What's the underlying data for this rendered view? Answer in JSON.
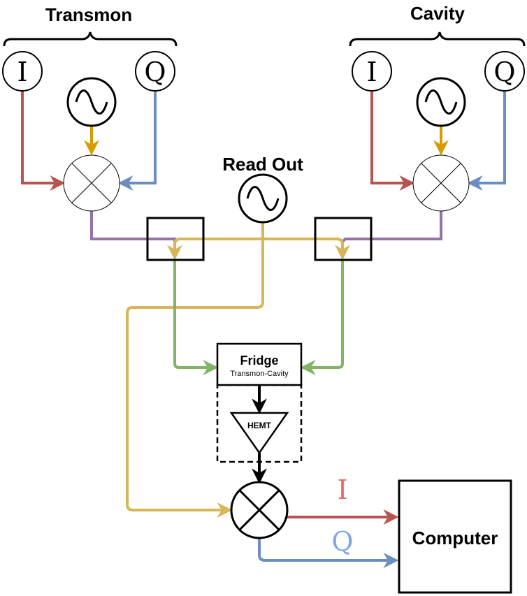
{
  "labels": {
    "transmon": "Transmon",
    "cavity": "Cavity",
    "read_out": "Read Out",
    "fridge_title": "Fridge",
    "fridge_subtitle": "Transmon-Cavity",
    "hemt": "HEMT",
    "computer": "Computer",
    "out_i": "I",
    "out_q": "Q",
    "transmon_i": "I",
    "transmon_q": "Q",
    "cavity_i": "I",
    "cavity_q": "Q"
  },
  "colors": {
    "red": "#b85450",
    "blue": "#6c8ebf",
    "orange": "#d79b00",
    "purple": "#9673a6",
    "yellow": "#d6b656",
    "green": "#82b366",
    "black": "#000000",
    "i_text": "#ea6b66",
    "q_text": "#7ea6e0"
  }
}
